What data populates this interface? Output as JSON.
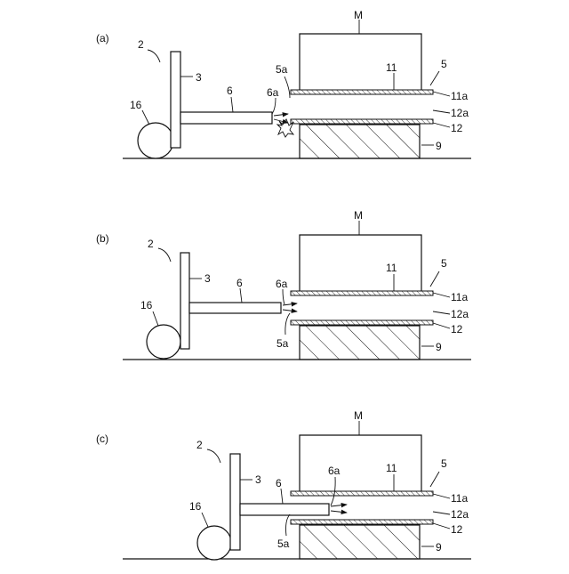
{
  "panels": [
    {
      "id": "a",
      "label": "(a)",
      "numbers": {
        "M": "M",
        "n2": "2",
        "n3": "3",
        "n16": "16",
        "n6": "6",
        "n6a": "6a",
        "n5a": "5a",
        "n11": "11",
        "n5": "5",
        "n11a": "11a",
        "n12a": "12a",
        "n12": "12",
        "n9": "9"
      }
    },
    {
      "id": "b",
      "label": "(b)",
      "numbers": {
        "M": "M",
        "n2": "2",
        "n3": "3",
        "n16": "16",
        "n6": "6",
        "n6a": "6a",
        "n5a": "5a",
        "n11": "11",
        "n5": "5",
        "n11a": "11a",
        "n12a": "12a",
        "n12": "12",
        "n9": "9"
      }
    },
    {
      "id": "c",
      "label": "(c)",
      "numbers": {
        "M": "M",
        "n2": "2",
        "n3": "3",
        "n16": "16",
        "n6": "6",
        "n6a": "6a",
        "n5a": "5a",
        "n11": "11",
        "n5": "5",
        "n11a": "11a",
        "n12a": "12a",
        "n12": "12",
        "n9": "9"
      }
    }
  ]
}
